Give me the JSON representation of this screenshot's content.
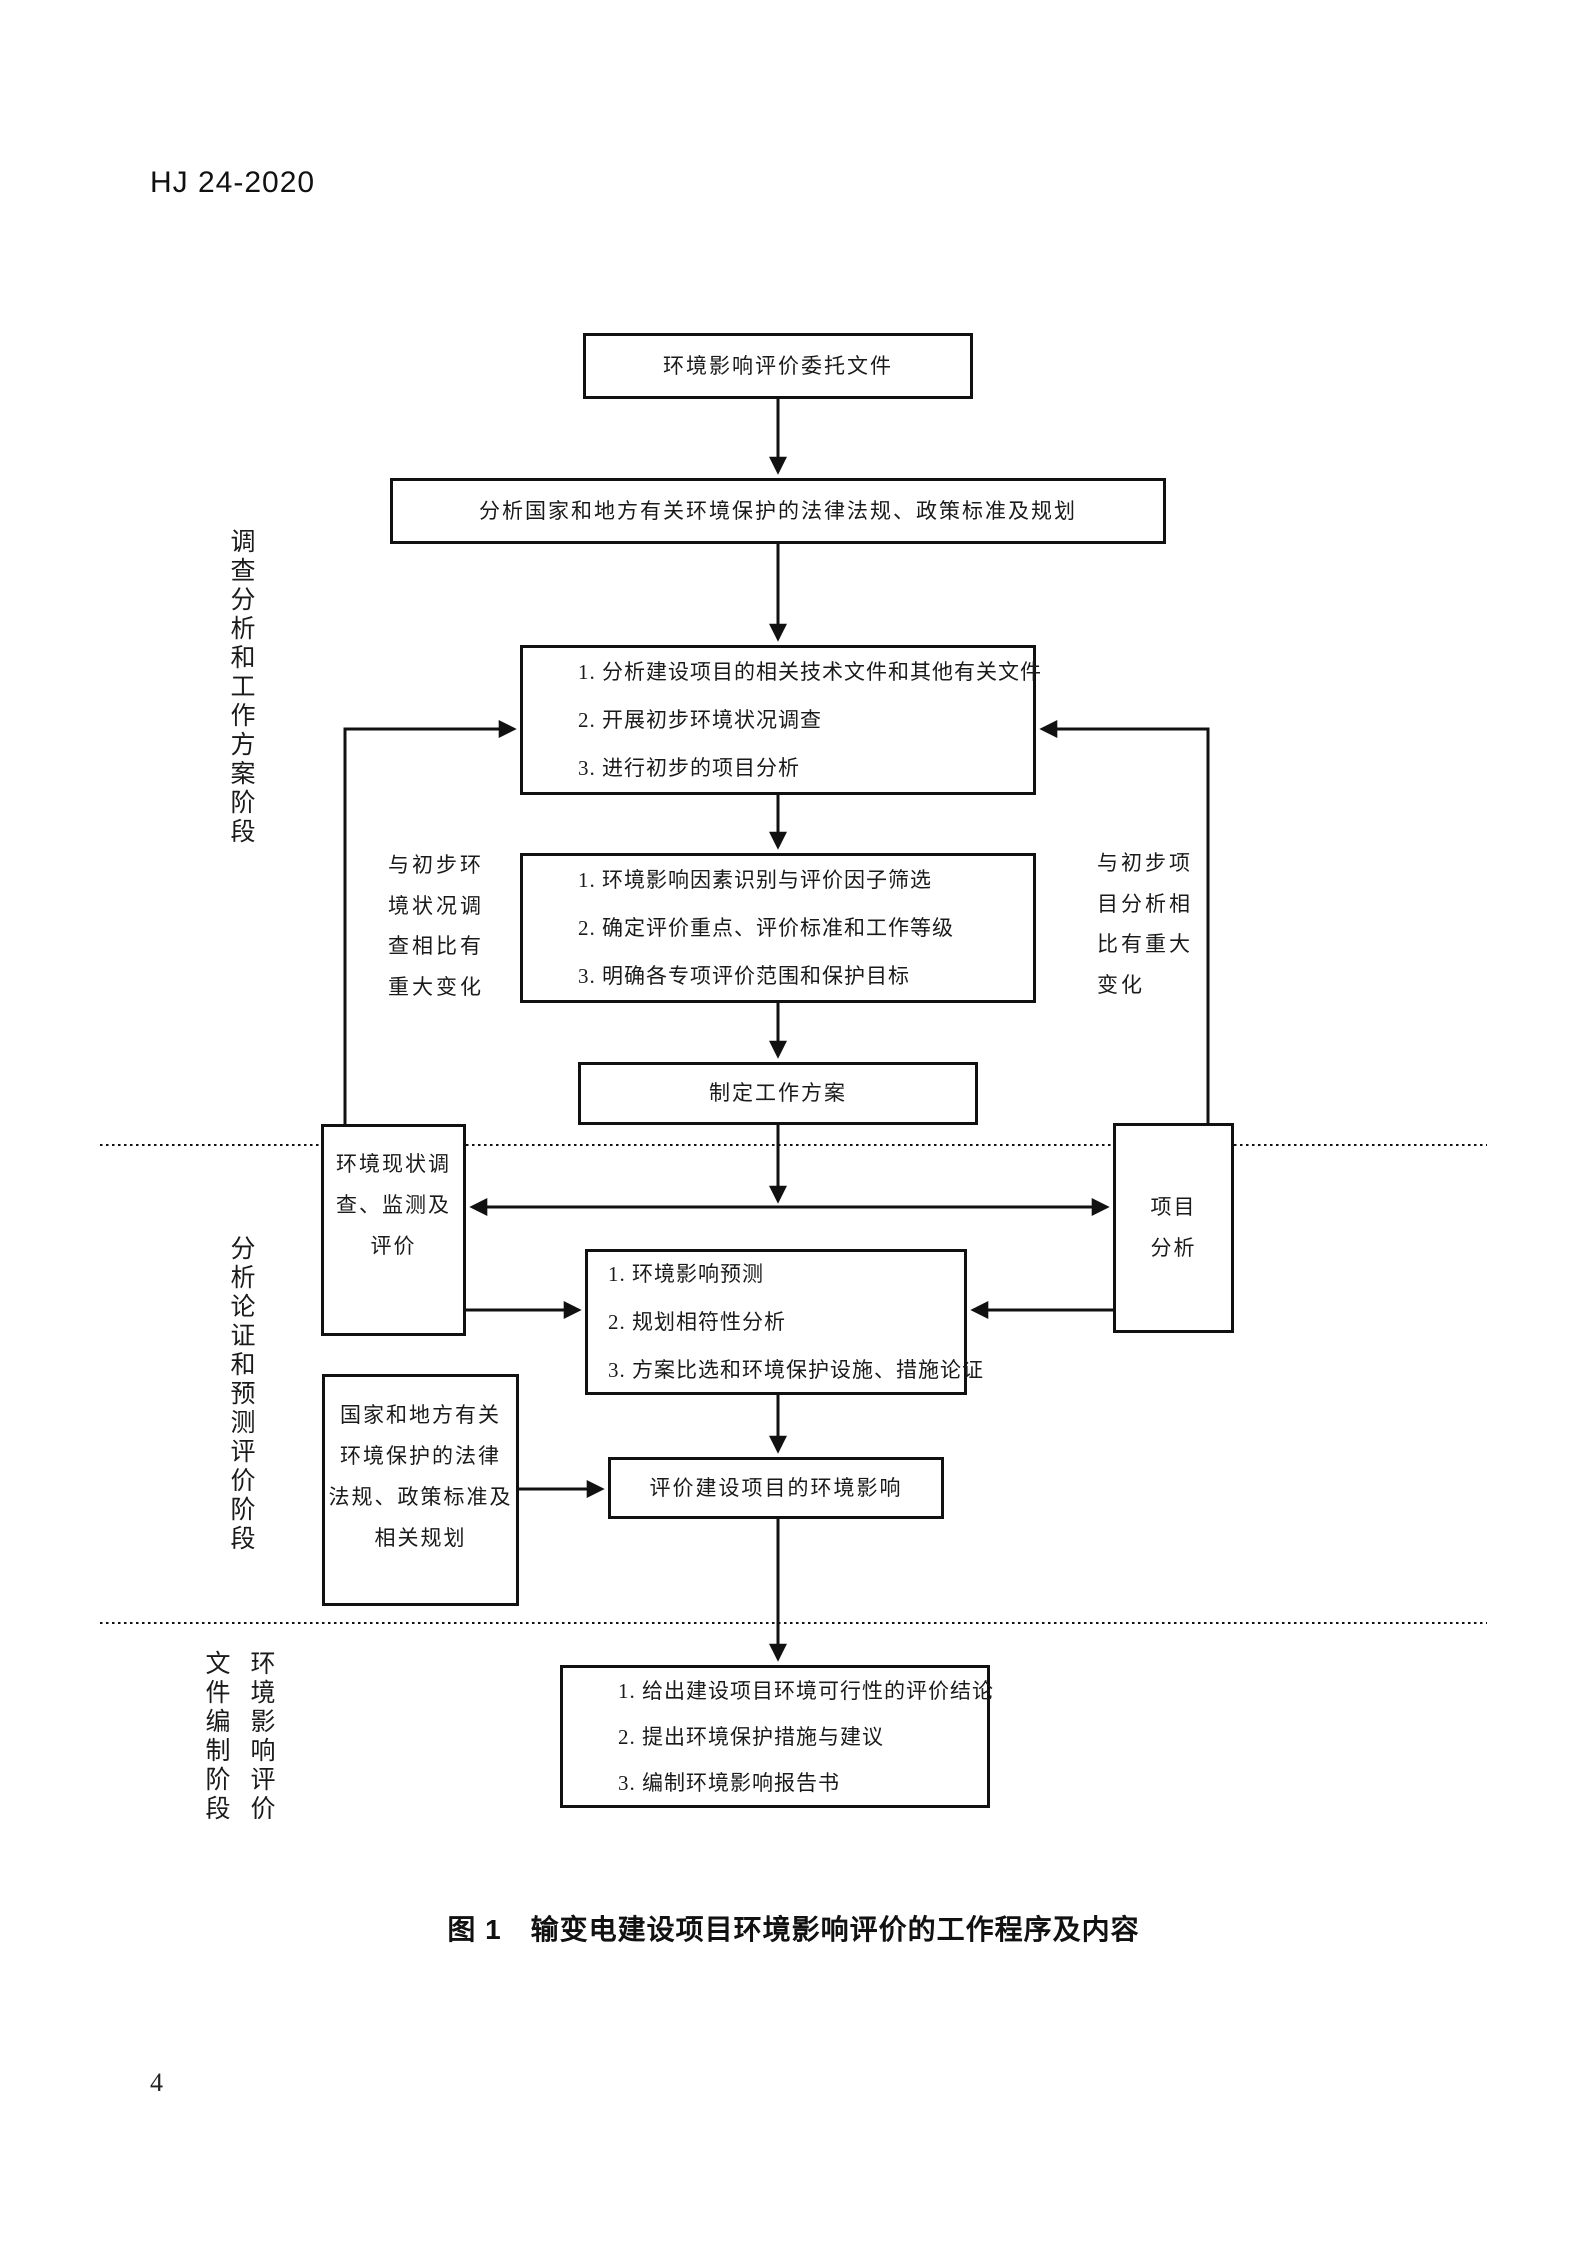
{
  "page": {
    "header": "HJ 24-2020",
    "caption": "图 1　输变电建设项目环境影响评价的工作程序及内容",
    "page_number": "4"
  },
  "stages": {
    "stage1": "调查分析和工作方案阶段",
    "stage2": "分析论证和预测评价阶段",
    "stage3_left": "文件编制阶段",
    "stage3_right": "环境影响评价"
  },
  "boxes": {
    "entrust": "环境影响评价委托文件",
    "analyze_laws": "分析国家和地方有关环境保护的法律法规、政策标准及规划",
    "preliminary": [
      "1. 分析建设项目的相关技术文件和其他有关文件",
      "2. 开展初步环境状况调查",
      "3. 进行初步的项目分析"
    ],
    "screening": [
      "1. 环境影响因素识别与评价因子筛选",
      "2. 确定评价重点、评价标准和工作等级",
      "3. 明确各专项评价范围和保护目标"
    ],
    "work_plan": "制定工作方案",
    "status_survey": [
      "环境现状调",
      "查、监测及",
      "评价"
    ],
    "project_analysis": [
      "项目",
      "分析"
    ],
    "prediction": [
      "1. 环境影响预测",
      "2. 规划相符性分析",
      "3. 方案比选和环境保护设施、措施论证"
    ],
    "laws": [
      "国家和地方有关",
      "环境保护的法律",
      "法规、政策标准及",
      "相关规划"
    ],
    "evaluate": "评价建设项目的环境影响",
    "conclusion": [
      "1. 给出建设项目环境可行性的评价结论",
      "2. 提出环境保护措施与建议",
      "3. 编制环境影响报告书"
    ]
  },
  "annotations": {
    "left_feedback": [
      "与初步环",
      "境状况调",
      "查相比有",
      "重大变化"
    ],
    "right_feedback": [
      "与初步项",
      "目分析相",
      "比有重大",
      "变化"
    ]
  }
}
